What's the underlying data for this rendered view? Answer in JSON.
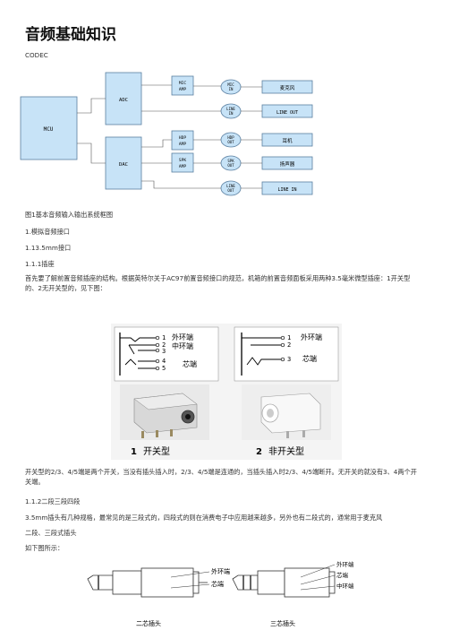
{
  "doc": {
    "title": "音频基础知识",
    "codec": "CODEC",
    "fig1_caption": "图1基本音频输入输出系统框图",
    "s1": "1.模拟音频接口",
    "s11": "1.13.5mm接口",
    "s111": "1.1.1插座",
    "para1": "首先要了解前置音频插座的结构。根据英特尔关于AC97前置音频接口的规范，机箱的前置音频面板采用两种3.5毫米微型插座：1开关型的、2无开关型的，见下图：",
    "para2": "开关型的2/3、4/5端是两个开关，当没有插头插入时，2/3、4/5端是连通的，当插头插入时2/3、4/5端断开。无开关的就没有3、4两个开关端。",
    "s112": "1.1.2二段三段四段",
    "para3": "3.5mm插头有几种规格，最常见的是三段式的，四段式的则在消费电子中应用越来越多，另外也有二段式的，通常用于麦克风",
    "para3b": "二段、三段式插头",
    "para4": "如下图所示："
  },
  "diagram1": {
    "mcu": "MCU",
    "adc": "ADC",
    "dac": "DAC",
    "mic_amp": [
      "MIC",
      "AMP"
    ],
    "hdp_amp": [
      "HDP",
      "AMP"
    ],
    "spk_amp": [
      "SPK",
      "AMP"
    ],
    "mic_in": [
      "MIC",
      "IN"
    ],
    "line_in_jack": [
      "LINE",
      "IN"
    ],
    "hdp_out": [
      "HDP",
      "OUT"
    ],
    "spk_out": [
      "SPK",
      "OUT"
    ],
    "line_out_jack": [
      "LINE",
      "OUT"
    ],
    "dev_mic": "麦克风",
    "dev_line_out": "LINE OUT",
    "dev_earphone": "耳机",
    "dev_speaker": "扬声器",
    "dev_line_in": "LINE IN"
  },
  "figure2": {
    "pin_labels_left": [
      "1",
      "2",
      "3",
      "4",
      "5"
    ],
    "pin_labels_right": [
      "1",
      "2",
      "3"
    ],
    "outer_ring": "外环端",
    "middle_ring": "中环端",
    "tip": "芯端",
    "caption1_num": "1",
    "caption1": "开关型",
    "caption2_num": "2",
    "caption2": "非开关型"
  },
  "figure3": {
    "outer_ring": "外环端",
    "tip": "芯端",
    "middle_ring": "中环端",
    "caption_left": "二芯插头",
    "caption_right": "三芯插头"
  }
}
